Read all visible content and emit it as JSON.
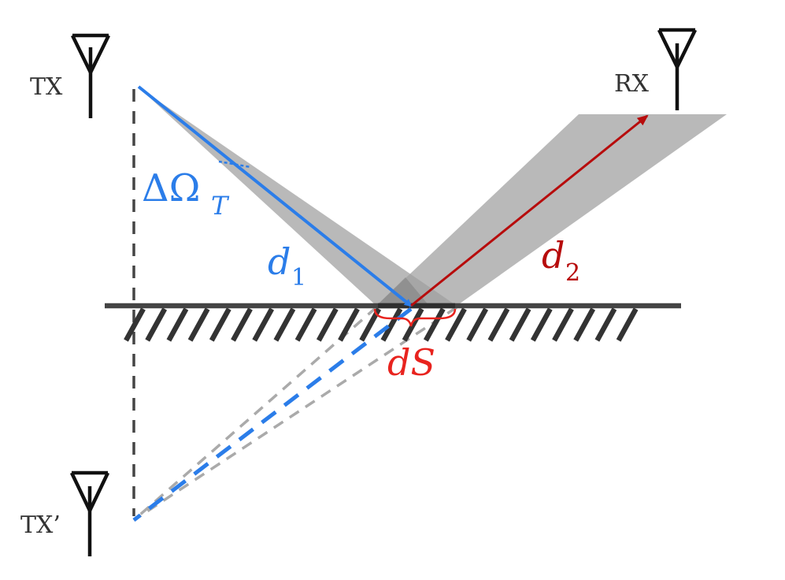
{
  "labels": {
    "tx": "TX",
    "rx": "RX",
    "tx_image": "TX’",
    "solid_angle": "ΔΩ",
    "solid_angle_sub": "T",
    "d1": "d",
    "d1_sub": "1",
    "d2": "d",
    "d2_sub": "2",
    "surface_element": "dS"
  },
  "colors": {
    "incident": "#2b7de9",
    "reflected": "#b70c0c",
    "surface_label": "#e8231e",
    "beam": "#9e9e9e",
    "ground": "#444444",
    "antenna": "#111111"
  }
}
